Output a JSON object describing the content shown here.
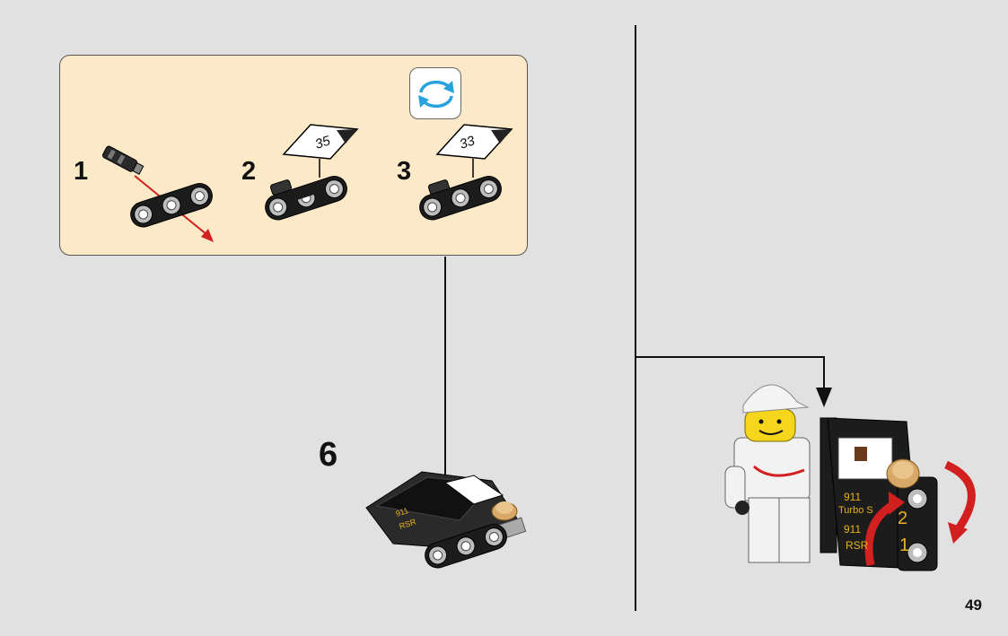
{
  "substeps": [
    {
      "number": "1"
    },
    {
      "number": "2",
      "tile_label": "35"
    },
    {
      "number": "3",
      "tile_label": "33"
    }
  ],
  "main_step": {
    "number": "6"
  },
  "pit_board": {
    "line1": "911",
    "line2": "Turbo S",
    "line3": "911",
    "line4": "RSR",
    "digit_a": "2",
    "digit_b": "1"
  },
  "page_number": "49",
  "colors": {
    "background": "#e1e1e1",
    "subpanel": "#fce9c8",
    "arrow_red": "#d21f1f",
    "rotate_blue": "#29a3dd",
    "beam_black": "#1c1c1c",
    "yellow_text": "#e8b21b"
  },
  "icons": [
    "rotate-icon",
    "arrow-icon"
  ]
}
